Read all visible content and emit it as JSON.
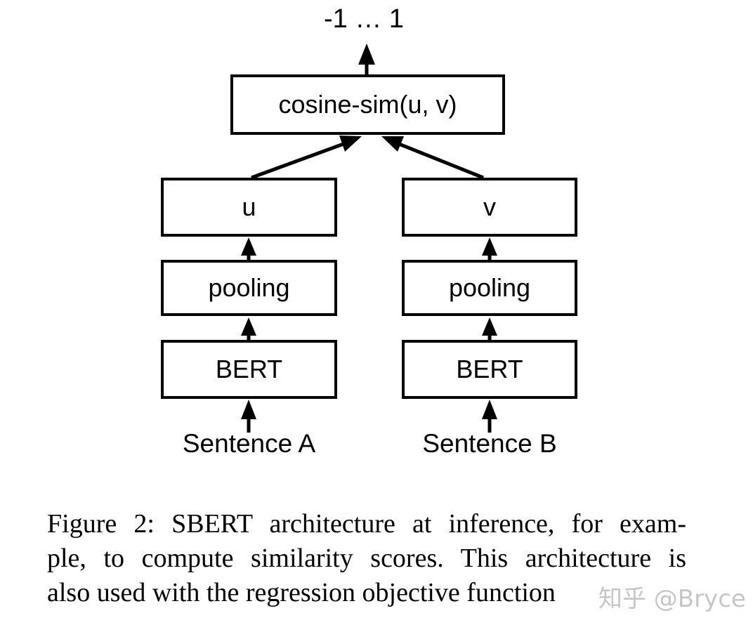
{
  "diagram": {
    "output_range_label": "-1 … 1",
    "nodes": {
      "cosine": "cosine-sim(u, v)",
      "u": "u",
      "v": "v",
      "pooling_left": "pooling",
      "pooling_right": "pooling",
      "bert_left": "BERT",
      "bert_right": "BERT"
    },
    "inputs": {
      "sentence_a": "Sentence A",
      "sentence_b": "Sentence B"
    },
    "colors": {
      "box_border": "#000000",
      "box_fill": "#ffffff",
      "arrow": "#000000",
      "text": "#000000",
      "background": "#ffffff"
    }
  },
  "caption": {
    "lines": [
      "Figure 2: SBERT architecture at inference, for exam-",
      "ple, to compute similarity scores. This architecture is",
      "also used with the regression objective function"
    ]
  },
  "watermark": {
    "text": "知乎 @Bryce",
    "color": "#c6c6c6"
  }
}
